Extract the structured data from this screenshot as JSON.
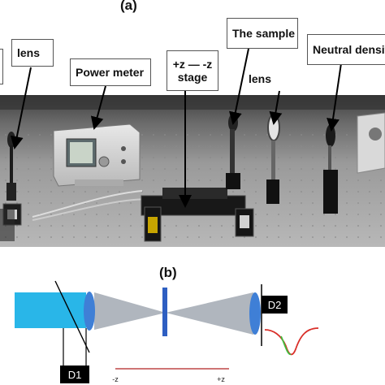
{
  "panel_a": {
    "label": "(a)",
    "callouts": {
      "lens_left": "lens",
      "power_meter": "Power meter",
      "stage_direction": "+z — -z",
      "stage": "stage",
      "sample": "The sample",
      "lens_right": "lens",
      "neutral_density": "Neutral densit"
    }
  },
  "panel_b": {
    "label": "(b)",
    "detector_1": "D1",
    "detector_2": "D2",
    "axis_minus": "-z",
    "axis_plus": "+z",
    "colors": {
      "beam_block": "#29b6e8",
      "beam_block_dark": "#1a8fbf",
      "cone": "#b0b6be",
      "lens": "#3f7fd6",
      "sample": "#2e5fc2",
      "axis": "#b22222",
      "curve": "#d9302a",
      "curve_tail": "#3fbf3f"
    }
  }
}
